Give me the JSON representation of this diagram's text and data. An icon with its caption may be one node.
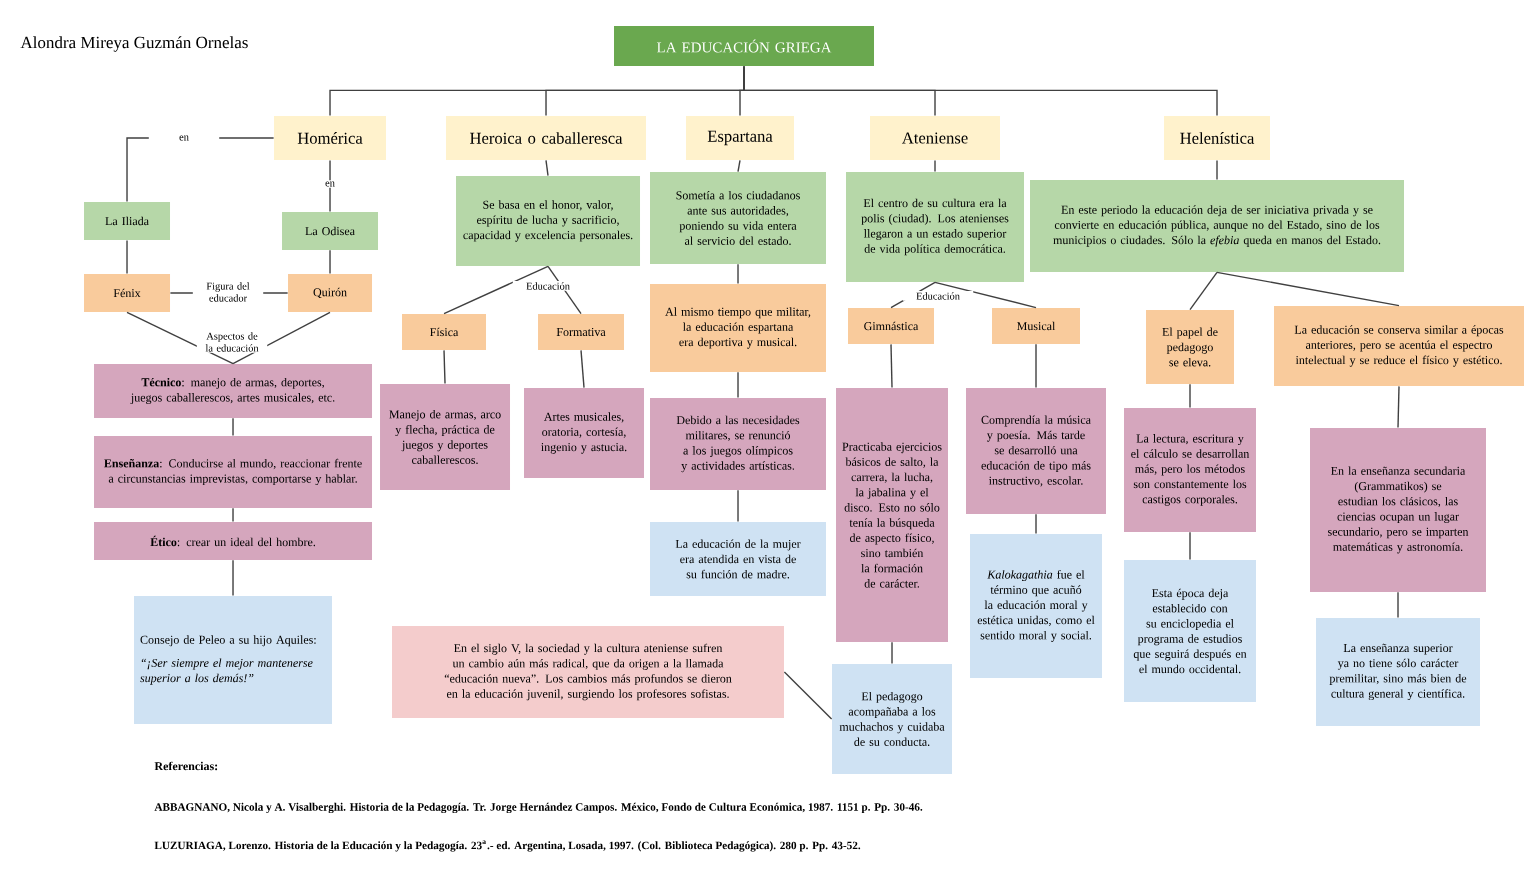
{
  "diagram": {
    "nodes": [
      {
        "text": [
          "LA EDUCACIÓN GRIEGA"
        ]
      },
      {
        "text": [
          "Homérica"
        ]
      },
      {
        "text": [
          "Heroica o caballeresca"
        ]
      },
      {
        "text": [
          "Espartana"
        ]
      },
      {
        "text": [
          "Ateniense"
        ]
      },
      {
        "text": [
          "Helenística"
        ]
      },
      {
        "text": [
          "La Iliada"
        ]
      },
      {
        "text": [
          "La Odisea"
        ]
      },
      {
        "text": [
          "Fénix"
        ]
      },
      {
        "text": [
          "Quirón"
        ]
      },
      {
        "text": [
          "**Técnico**: manejo de armas, deportes, juegos caballerescos, artes musicales, etc."
        ]
      },
      {
        "text": [
          "**Enseñanza**: Conducirse al mundo, reaccionar frente a circunstancias imprevistas, comportarse y hablar."
        ]
      },
      {
        "text": [
          "**Ético**: crear un ideal del hombre."
        ]
      },
      {
        "text": [
          "Consejo de Peleo a su hijo Aquiles:",
          "“¡Ser siempre el mejor mantenerse superior a los demás!”"
        ]
      },
      {
        "text": [
          "Se basa en el honor, valor, espíritu de lucha y sacrificio, capacidad y excelencia personales."
        ]
      },
      {
        "text": [
          "Física"
        ]
      },
      {
        "text": [
          "Formativa"
        ]
      },
      {
        "text": [
          "Manejo de armas, arco y flecha, práctica de juegos y deportes caballerescos."
        ]
      },
      {
        "text": [
          "Artes musicales, oratoria, cortesía, ingenio y astucia."
        ]
      },
      {
        "text": [
          "Sometía a los ciudadanos ante sus autoridades, poniendo su vida entera al servicio del estado."
        ]
      },
      {
        "text": [
          "Al mismo tiempo que militar, la educación espartana era deportiva y musical."
        ]
      },
      {
        "text": [
          "Debido a las necesidades militares, se renunció a los juegos olímpicos y actividades artísticas."
        ]
      },
      {
        "text": [
          "La educación de la mujer era atendida en vista de su función de madre."
        ]
      },
      {
        "text": [
          "El centro de su cultura era la polis (ciudad). Los atenienses llegaron a un estado superior de vida política democrática."
        ]
      },
      {
        "text": [
          "Gimnástica"
        ]
      },
      {
        "text": [
          "Musical"
        ]
      },
      {
        "text": [
          "Practicaba ejercicios básicos de salto, la carrera, la lucha, la jabalina y el disco. Esto no sólo tenía la búsqueda de aspecto físico, sino también la formación de carácter."
        ]
      },
      {
        "text": [
          "Comprendía la música y poesía. Más tarde se desarrolló una educación de tipo más instructivo, escolar."
        ]
      },
      {
        "text": [
          "*Kalokagathia* fue el término que acuñó la educación moral y estética unidas, como el sentido moral y social."
        ]
      },
      {
        "text": [
          "El pedagogo acompañaba a los muchachos y cuidaba de su conducta."
        ]
      },
      {
        "text": [
          "En el siglo V, la sociedad y la cultura ateniense sufren un cambio aún más radical, que da origen a la llamada “educación nueva”. Los cambios más profundos se dieron en la educación juvenil, surgiendo los profesores sofistas."
        ]
      },
      {
        "text": [
          "En este periodo la educación deja de ser iniciativa privada y se convierte en educación pública, aunque no del Estado, sino de los municipios o ciudades. Sólo la *efebia* queda en manos del Estado."
        ]
      },
      {
        "text": [
          "El papel de pedagogo se eleva."
        ]
      },
      {
        "text": [
          "La educación se conserva similar a épocas anteriores, pero se acentúa el espectro intelectual y se reduce el físico y estético."
        ]
      },
      {
        "text": [
          "La lectura, escritura y el cálculo se desarrollan más, pero los métodos son constantemente los castigos corporales."
        ]
      },
      {
        "text": [
          "Esta época deja establecido con su enciclopedia el programa de estudios que seguirá después en el mundo occidental."
        ]
      },
      {
        "text": [
          "En la enseñanza secundaria (Grammatikos) se estudian los clásicos, las ciencias ocupan un lugar secundario, pero se imparten matemáticas y astronomía."
        ]
      },
      {
        "text": [
          "La enseñanza superior ya no tiene sólo carácter premilitar, sino más bien de cultura general y científica."
        ]
      }
    ],
    "edges": [
      {
        "from": 0,
        "to": 1,
        "arrow": "none"
      },
      {
        "from": 0,
        "to": 2,
        "arrow": "none"
      },
      {
        "from": 0,
        "to": 3,
        "arrow": "none"
      },
      {
        "from": 0,
        "to": 4,
        "arrow": "none"
      },
      {
        "from": 0,
        "to": 5,
        "arrow": "none"
      },
      {
        "from": 1,
        "to": 6,
        "arrow": "none",
        "label": "en"
      },
      {
        "from": 1,
        "to": 7,
        "arrow": "none",
        "label": "en"
      },
      {
        "from": 6,
        "to": 8,
        "arrow": "none"
      },
      {
        "from": 7,
        "to": 9,
        "arrow": "none"
      },
      {
        "from": 8,
        "to": 9,
        "arrow": "none",
        "label": "Figura del educador"
      },
      {
        "from": 8,
        "to": 10,
        "arrow": "none",
        "label": "Aspectos de la educación"
      },
      {
        "from": 9,
        "to": 10,
        "arrow": "none"
      },
      {
        "from": 10,
        "to": 11,
        "arrow": "none"
      },
      {
        "from": 11,
        "to": 12,
        "arrow": "none"
      },
      {
        "from": 12,
        "to": 13,
        "arrow": "none"
      },
      {
        "from": 2,
        "to": 14,
        "arrow": "none"
      },
      {
        "from": 14,
        "to": 15,
        "arrow": "none",
        "label": "Educación"
      },
      {
        "from": 14,
        "to": 16,
        "arrow": "none"
      },
      {
        "from": 15,
        "to": 17,
        "arrow": "none"
      },
      {
        "from": 16,
        "to": 18,
        "arrow": "none"
      },
      {
        "from": 3,
        "to": 19,
        "arrow": "none"
      },
      {
        "from": 19,
        "to": 20,
        "arrow": "none"
      },
      {
        "from": 20,
        "to": 21,
        "arrow": "none"
      },
      {
        "from": 21,
        "to": 22,
        "arrow": "none"
      },
      {
        "from": 4,
        "to": 23,
        "arrow": "none"
      },
      {
        "from": 23,
        "to": 24,
        "arrow": "none",
        "label": "Educación"
      },
      {
        "from": 23,
        "to": 25,
        "arrow": "none"
      },
      {
        "from": 24,
        "to": 26,
        "arrow": "none"
      },
      {
        "from": 25,
        "to": 27,
        "arrow": "none"
      },
      {
        "from": 27,
        "to": 28,
        "arrow": "none"
      },
      {
        "from": 26,
        "to": 29,
        "arrow": "none"
      },
      {
        "from": 30,
        "to": 29,
        "arrow": "none"
      },
      {
        "from": 5,
        "to": 31,
        "arrow": "none"
      },
      {
        "from": 31,
        "to": 32,
        "arrow": "none"
      },
      {
        "from": 31,
        "to": 33,
        "arrow": "none"
      },
      {
        "from": 32,
        "to": 34,
        "arrow": "none"
      },
      {
        "from": 34,
        "to": 35,
        "arrow": "none"
      },
      {
        "from": 33,
        "to": 36,
        "arrow": "none"
      },
      {
        "from": 36,
        "to": 37,
        "arrow": "none"
      }
    ],
    "labels": [
      "Alondra Mireya Guzmán Ornelas",
      "Referencias:",
      "ABBAGNANO, Nicola y A. Visalberghi. Historia de la Pedagogía. Tr. Jorge Hernández Campos. México, Fondo de Cultura Económica, 1987. 1151 p. Pp. 30-46.",
      "LUZURIAGA, Lorenzo. Historia de la Educación y la Pedagogía. 23$^{a}$.- ed. Argentina, Losada, 1997. (Col. Biblioteca Pedagógica). 280 p. Pp. 43-52."
    ]
  }
}
